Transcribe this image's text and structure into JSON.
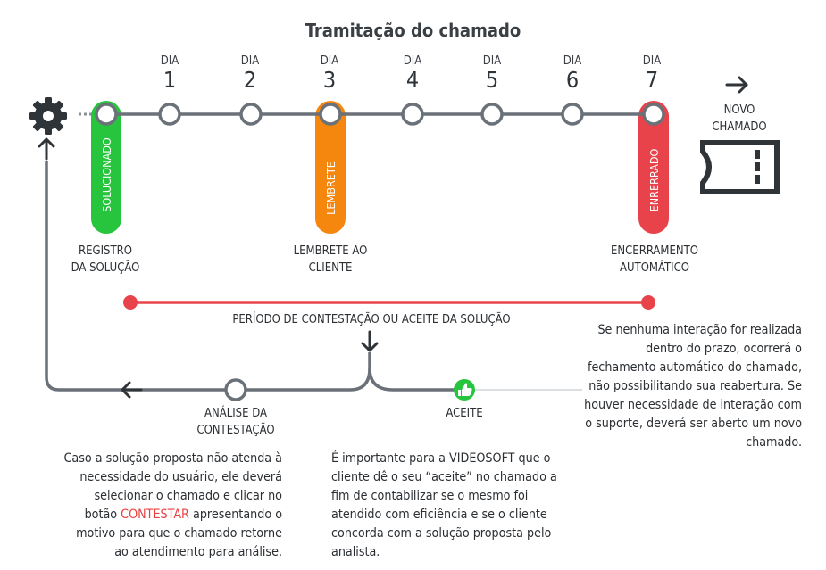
{
  "title": "Tramitação do chamado",
  "days": [
    {
      "label": "DIA",
      "num": "1"
    },
    {
      "label": "DIA",
      "num": "2"
    },
    {
      "label": "DIA",
      "num": "3"
    },
    {
      "label": "DIA",
      "num": "4"
    },
    {
      "label": "DIA",
      "num": "5"
    },
    {
      "label": "DIA",
      "num": "6"
    },
    {
      "label": "DIA",
      "num": "7"
    }
  ],
  "new_ticket": {
    "line1": "NOVO",
    "line2": "CHAMADO"
  },
  "pills": {
    "solved": {
      "text": "SOLUCIONADO",
      "color": "#27c43d"
    },
    "reminder": {
      "text": "LEMBRETE",
      "color": "#f5870f"
    },
    "closed": {
      "text": "ENRERRADO",
      "color": "#e8434a"
    }
  },
  "captions": {
    "registro": {
      "line1": "REGISTRO",
      "line2": "DA SOLUÇÃO"
    },
    "lembrete": {
      "line1": "LEMBRETE AO",
      "line2": "CLIENTE"
    },
    "encerramento": {
      "line1": "ENCERRAMENTO",
      "line2": "AUTOMÁTICO"
    },
    "periodo": "PERÍODO DE CONTESTAÇÃO OU ACEITE DA SOLUÇÃO",
    "analise": {
      "line1": "ANÁLISE DA",
      "line2": "CONTESTAÇÃO"
    },
    "aceite": "ACEITE"
  },
  "notes": {
    "auto_close": [
      "Se nenhuma interação for realizada",
      "dentro do prazo, ocorrerá o",
      "fechamento automático do chamado,",
      "não possibilitando sua reabertura. Se",
      "houver necessidade de interação com",
      "o suporte, deverá ser aberto um novo",
      "chamado."
    ],
    "contest": {
      "l1": "Caso a solução proposta não atenda à",
      "l2": "necessidade do usuário, ele deverá",
      "l3": "selecionar o chamado e clicar no",
      "l4_pre": "botão",
      "l4_red": "CONTESTAR",
      "l4_post": "apresentando o",
      "l5": "motivo para que o chamado retorne",
      "l6": "ao atendimento para análise."
    },
    "accept": [
      "É importante para a VIDEOSOFT que o",
      "cliente dê o seu “aceite” no chamado a",
      "fim de contabilizar se o mesmo foi",
      "atendido com eficiência e se o cliente",
      "concorda com a solução proposta pelo",
      "analista."
    ]
  },
  "colors": {
    "line": "#6b7178",
    "icon": "#2f3438",
    "green": "#27c43d",
    "orange": "#f5870f",
    "red": "#e8434a",
    "accent_red": "#e8403f"
  },
  "icons": [
    "gear-icon",
    "arrow-up-icon",
    "arrow-right-icon",
    "ticket-icon",
    "arrow-down-icon",
    "arrow-left-icon",
    "thumbs-up-icon"
  ]
}
